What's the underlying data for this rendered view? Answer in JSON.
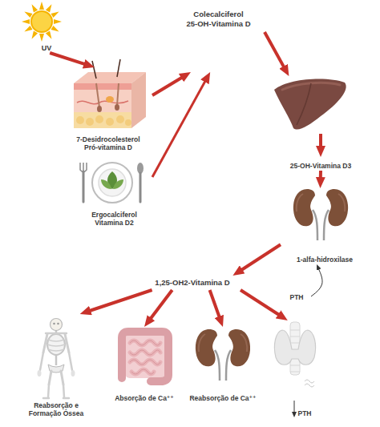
{
  "diagram": {
    "nodes": [
      {
        "text": [
          "UV"
        ]
      },
      {
        "text": [
          "7-Desidrocolesterol",
          "Pró-vitamina D"
        ]
      },
      {
        "text": [
          "Ergocalciferol",
          "Vitamina D2"
        ]
      },
      {
        "text": [
          "Colecalciferol",
          "25-OH-Vitamina D"
        ]
      },
      {
        "text": [
          "25-OH-Vitamina D3"
        ]
      },
      {
        "text": [
          "1-alfa-hidroxilase"
        ]
      },
      {
        "text": [
          "PTH"
        ]
      },
      {
        "text": [
          "1,25-OH2-Vitamina D"
        ]
      },
      {
        "text": [
          "Reabsorção e Formação Óssea"
        ]
      },
      {
        "text": [
          "Absorção de Ca⁺⁺"
        ]
      },
      {
        "text": [
          "Reabsorção de Ca⁺⁺"
        ]
      },
      {
        "text": [
          "PTH"
        ]
      }
    ],
    "edges": [
      {
        "from": 0,
        "to": 1,
        "arrow": "to"
      },
      {
        "from": 1,
        "to": 3,
        "arrow": "to"
      },
      {
        "from": 2,
        "to": 3,
        "arrow": "to"
      },
      {
        "from": 3,
        "to": 4,
        "arrow": "to"
      },
      {
        "from": 4,
        "to": 5,
        "arrow": "to"
      },
      {
        "from": 5,
        "to": 7,
        "arrow": "to"
      },
      {
        "from": 6,
        "to": 5,
        "arrow": "to"
      },
      {
        "from": 7,
        "to": 8,
        "arrow": "to"
      },
      {
        "from": 7,
        "to": 9,
        "arrow": "to"
      },
      {
        "from": 7,
        "to": 10,
        "arrow": "to"
      },
      {
        "from": 7,
        "to": 11,
        "arrow": "to"
      }
    ]
  }
}
